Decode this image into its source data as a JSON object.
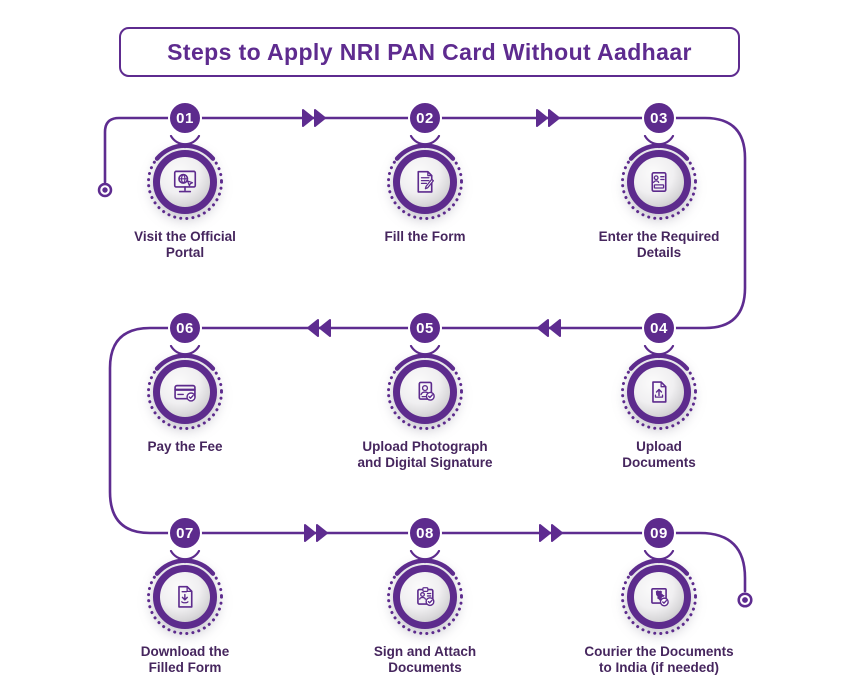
{
  "title": "Steps to Apply NRI PAN Card Without Aadhaar",
  "colors": {
    "accent": "#5D2B8D",
    "line": "#5E2C90",
    "title_text": "#5E2B8F",
    "label_text": "#46265E",
    "silver": "#D9D9D9",
    "background": "#FFFFFF"
  },
  "connector": {
    "style": "snake-path with double-chevron arrows",
    "row1_direction": "right",
    "row2_direction": "left",
    "row3_direction": "right",
    "start_marker": "bullseye-dot",
    "end_marker": "bullseye-dot"
  },
  "steps": [
    {
      "number": "01",
      "icon": "monitor-globe-icon",
      "lines": [
        "Visit the Official",
        "Portal"
      ]
    },
    {
      "number": "02",
      "icon": "form-pencil-icon",
      "lines": [
        "Fill the Form"
      ]
    },
    {
      "number": "03",
      "icon": "id-card-details-icon",
      "lines": [
        "Enter the Required",
        "Details"
      ]
    },
    {
      "number": "04",
      "icon": "upload-document-icon",
      "lines": [
        "Upload",
        "Documents"
      ]
    },
    {
      "number": "05",
      "icon": "photo-signature-check-icon",
      "lines": [
        "Upload Photograph",
        "and Digital Signature"
      ]
    },
    {
      "number": "06",
      "icon": "credit-card-check-icon",
      "lines": [
        "Pay the Fee"
      ]
    },
    {
      "number": "07",
      "icon": "download-document-icon",
      "lines": [
        "Download the",
        "Filled Form"
      ]
    },
    {
      "number": "08",
      "icon": "sign-attach-check-icon",
      "lines": [
        "Sign and Attach",
        "Documents"
      ]
    },
    {
      "number": "09",
      "icon": "india-map-check-icon",
      "lines": [
        "Courier the Documents",
        "to India (if needed)"
      ]
    }
  ]
}
